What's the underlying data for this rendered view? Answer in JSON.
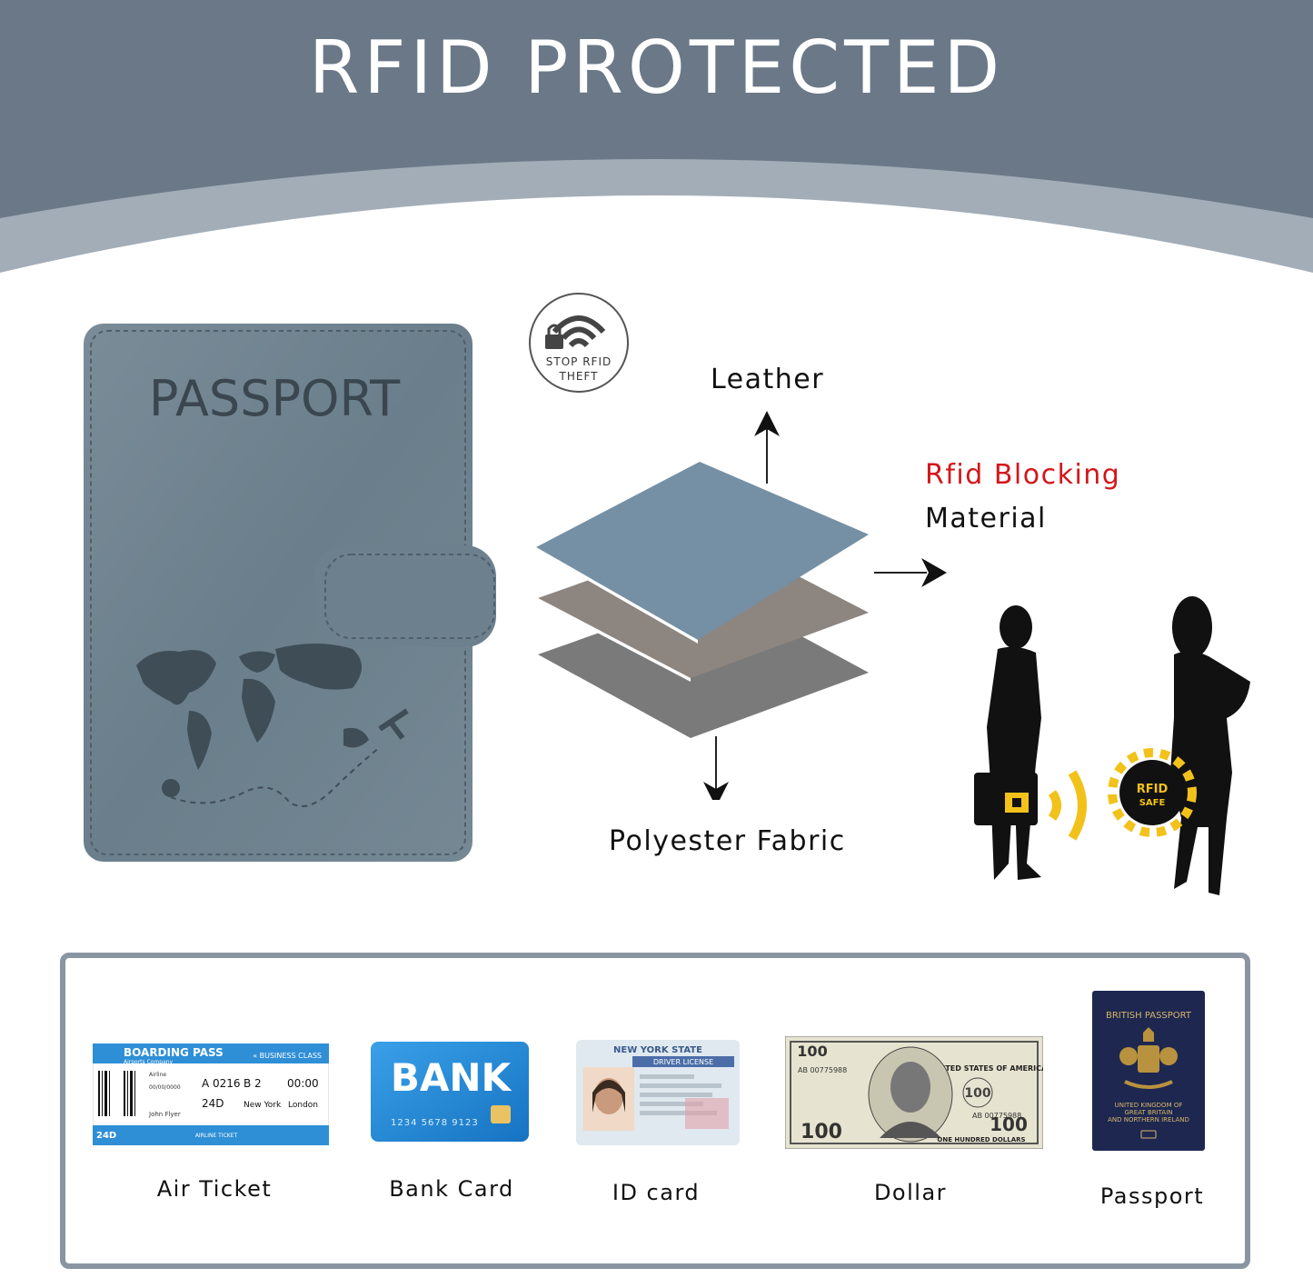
{
  "header": {
    "title": "RFID PROTECTED"
  },
  "passport_cover": {
    "title": "PASSPORT"
  },
  "badge": {
    "line1": "STOP RFID",
    "line2": "THEFT"
  },
  "layers": {
    "top_label": "Leather",
    "bottom_label": "Polyester Fabric",
    "side_label_line1": "Rfid Blocking",
    "side_label_line2": "Material"
  },
  "people": {
    "card_text_line1": "RFID",
    "card_text_line2": "SAFE"
  },
  "items": [
    {
      "label": "Air Ticket"
    },
    {
      "label": "Bank Card"
    },
    {
      "label": "ID card"
    },
    {
      "label": "Dollar"
    },
    {
      "label": "Passport"
    }
  ],
  "air_ticket": {
    "heading": "BOARDING PASS",
    "class": "« BUSINESS CLASS",
    "company": "Airports Company",
    "flight": "A 0216",
    "seat": "B 2",
    "time": "00:00",
    "gate": "24D",
    "from": "New York",
    "to": "London",
    "passenger": "John Flyer",
    "footer": "AIRLINE TICKET",
    "stub_gate": "24D",
    "airline_label": "Airline",
    "date": "00/00/0000"
  },
  "bank_card": {
    "title": "BANK",
    "number": "1234 5678 9123"
  },
  "id_card": {
    "state": "NEW YORK STATE",
    "type": "DRIVER LICENSE"
  },
  "dollar": {
    "amount": "100",
    "serial": "AB 00775988",
    "words": "ONE HUNDRED DOLLARS",
    "country": "THE UNITED STATES OF AMERICA"
  },
  "uk_passport": {
    "title": "BRITISH PASSPORT",
    "line1": "UNITED KINGDOM OF",
    "line2": "GREAT BRITAIN",
    "line3": "AND NORTHERN IRELAND"
  },
  "colors": {
    "banner": "#6b7887",
    "arc": "#9aa4b0",
    "leather": "#6f8390",
    "red": "#d3161b",
    "box_border": "#8a95a2",
    "ticket_blue": "#2e8fd6",
    "passport_navy": "#1d2750"
  }
}
